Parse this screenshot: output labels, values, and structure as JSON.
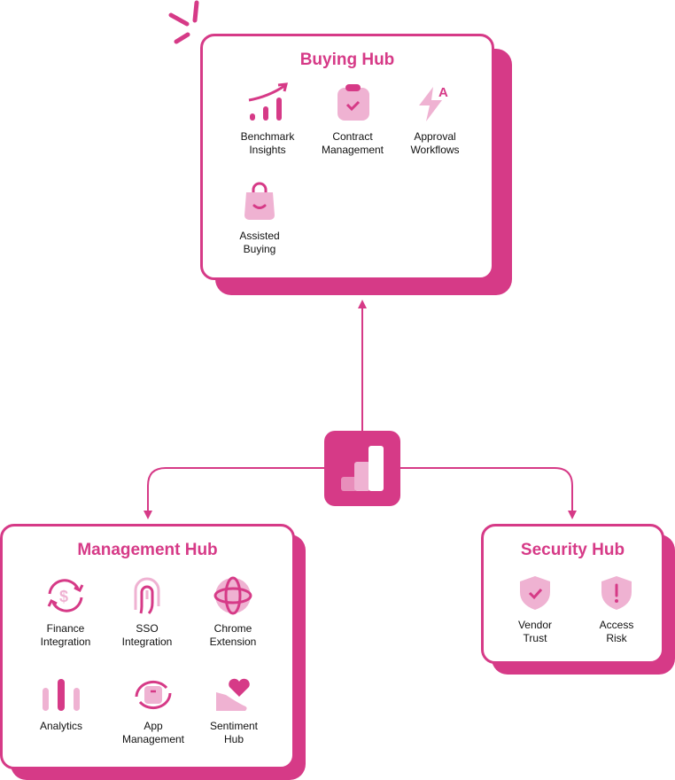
{
  "colors": {
    "primary": "#D63A87",
    "light": "#EFB2D2"
  },
  "buying_hub": {
    "title": "Buying Hub",
    "items": [
      {
        "line1": "Benchmark",
        "line2": "Insights",
        "icon": "chart-trend-icon"
      },
      {
        "line1": "Contract",
        "line2": "Management",
        "icon": "clipboard-check-icon"
      },
      {
        "line1": "Approval",
        "line2": "Workflows",
        "icon": "lightning-a-icon"
      },
      {
        "line1": "Assisted",
        "line2": "Buying",
        "icon": "shopping-bag-icon"
      }
    ]
  },
  "management_hub": {
    "title": "Management Hub",
    "items": [
      {
        "line1": "Finance",
        "line2": "Integration",
        "icon": "finance-sync-icon"
      },
      {
        "line1": "SSO",
        "line2": "Integration",
        "icon": "fingerprint-icon"
      },
      {
        "line1": "Chrome",
        "line2": "Extension",
        "icon": "globe-icon"
      },
      {
        "line1": "Analytics",
        "line2": "",
        "icon": "bars-icon"
      },
      {
        "line1": "App",
        "line2": "Management",
        "icon": "app-sync-icon"
      },
      {
        "line1": "Sentiment",
        "line2": "Hub",
        "icon": "hand-heart-icon"
      }
    ]
  },
  "security_hub": {
    "title": "Security Hub",
    "items": [
      {
        "line1": "Vendor",
        "line2": "Trust",
        "icon": "shield-check-icon"
      },
      {
        "line1": "Access",
        "line2": "Risk",
        "icon": "shield-alert-icon"
      }
    ]
  }
}
